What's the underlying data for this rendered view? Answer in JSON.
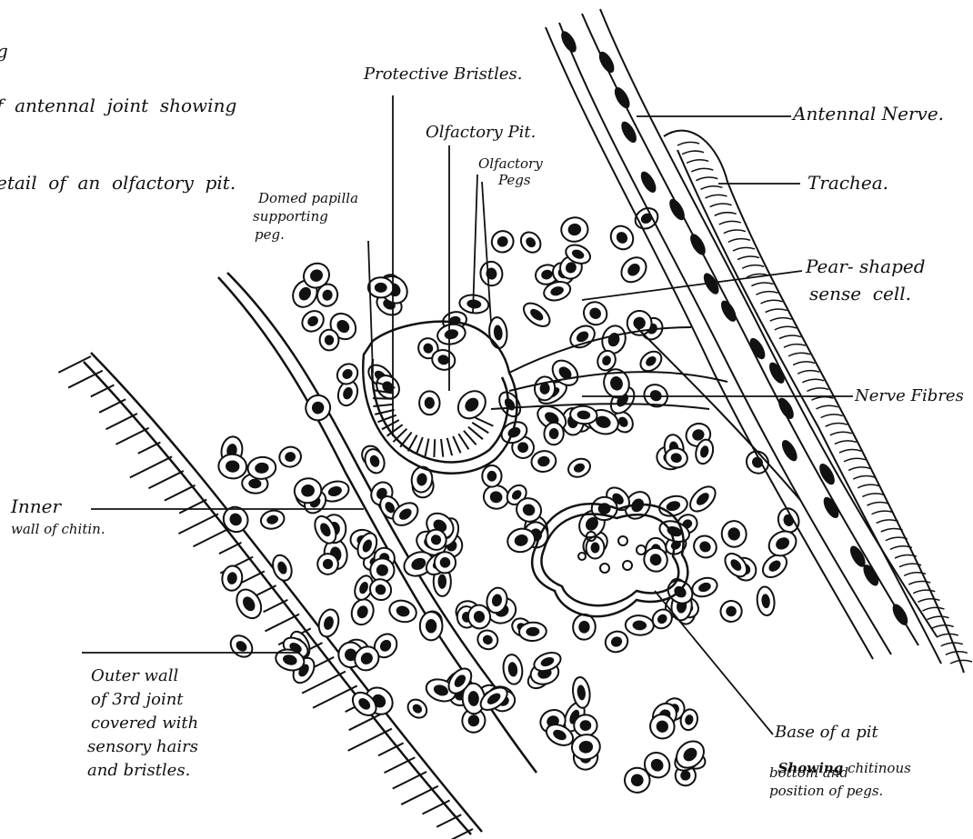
{
  "caption": {
    "line1": "g",
    "line2": "f  antennal  joint  showing",
    "line3": "etail  of  an  olfactory  pit."
  },
  "labels": {
    "protective_bristles": "Protective Bristles.",
    "olfactory_pit": "Olfactory Pit.",
    "olfactory_pegs_1": "Olfactory",
    "olfactory_pegs_2": "Pegs",
    "domed_papilla_1": "Domed papilla",
    "domed_papilla_2": "supporting",
    "domed_papilla_3": "peg.",
    "antennal_nerve": "Antennal Nerve.",
    "trachea": "Trachea.",
    "pear_shaped_1": "Pear- shaped",
    "pear_shaped_2": "sense  cell.",
    "nerve_fibres": "Nerve Fibres",
    "inner_wall_1": "Inner",
    "inner_wall_2": "wall of chitin.",
    "outer_wall_1": "Outer wall",
    "outer_wall_2": "of 3rd joint",
    "outer_wall_3": "covered with",
    "outer_wall_4": "sensory hairs",
    "outer_wall_5": "and bristles.",
    "base_pit_1": "Base of a pit",
    "base_pit_2a": "Showing",
    "base_pit_2b": " chitinous",
    "base_pit_3": "bottom and",
    "base_pit_4": "position of pegs."
  }
}
